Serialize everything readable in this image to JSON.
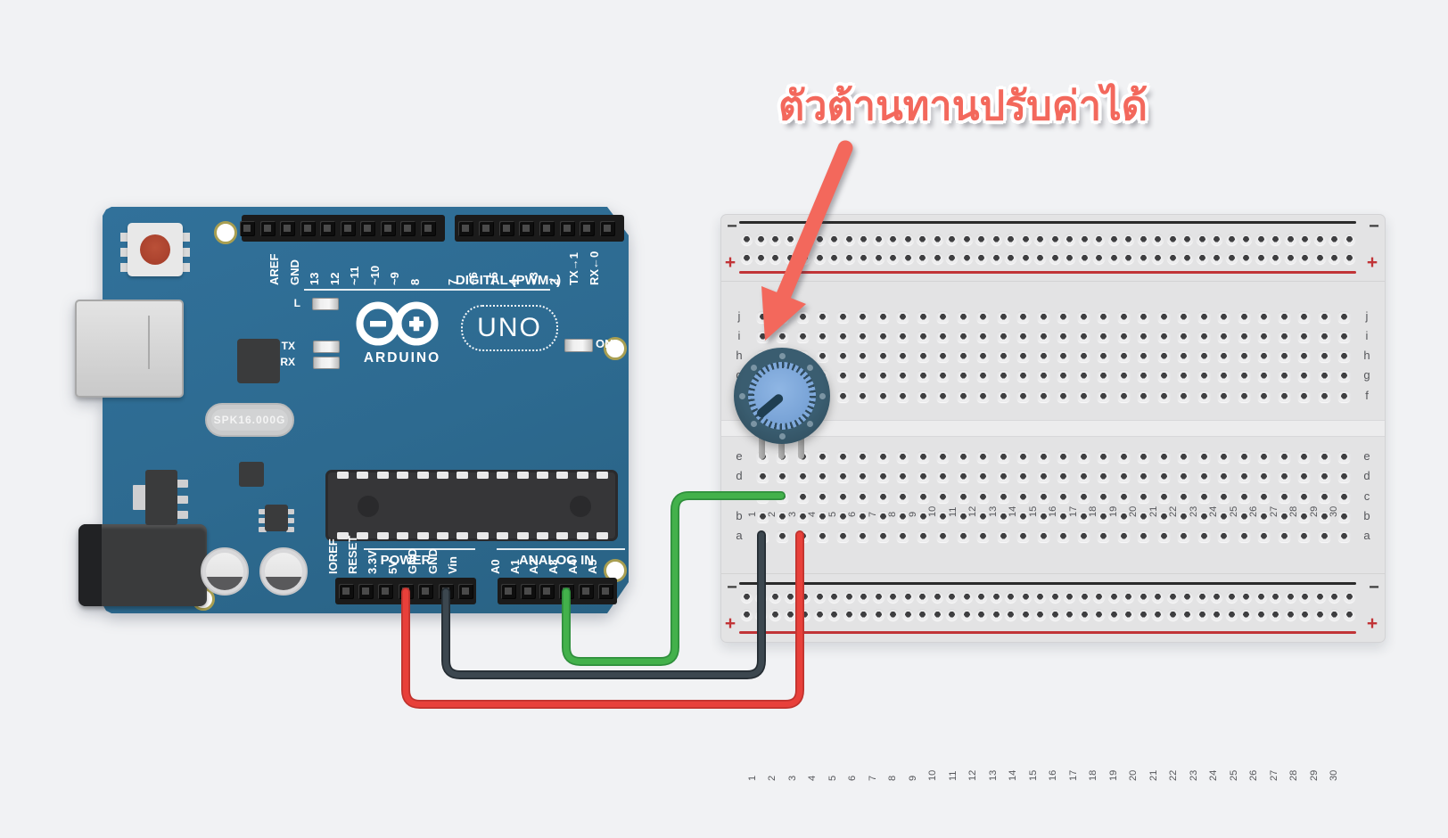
{
  "annotation": {
    "label": "ตัวต้านทานปรับค่าได้"
  },
  "arduino": {
    "name": "Arduino UNO",
    "logo_text": "ARDUINO",
    "board_model": "UNO",
    "digital_section_label": "DIGITAL (PWM~)",
    "digital_pins": [
      "AREF",
      "GND",
      "13",
      "12",
      "~11",
      "~10",
      "~9",
      "8",
      "7",
      "~6",
      "~5",
      "4",
      "~3",
      "2",
      "TX→1",
      "RX←0"
    ],
    "led_labels": [
      "L",
      "TX",
      "RX"
    ],
    "on_label": "ON",
    "crystal_label": "SPK16.000G",
    "power_section_label": "POWER",
    "power_pins": [
      "IOREF",
      "RESET",
      "3.3V",
      "5V",
      "GND",
      "GND",
      "Vin"
    ],
    "analog_section_label": "ANALOG IN",
    "analog_pins": [
      "A0",
      "A1",
      "A2",
      "A3",
      "A4",
      "A5"
    ]
  },
  "breadboard": {
    "columns": 30,
    "row_letters_top": [
      "j",
      "i",
      "h",
      "g",
      "f"
    ],
    "row_letters_bottom": [
      "e",
      "d",
      "c",
      "b",
      "a"
    ],
    "minus_sign": "−",
    "plus_sign": "+"
  },
  "potentiometer": {
    "location": "breadboard columns 1-3, row e"
  },
  "wires": [
    {
      "id": "wire-5v",
      "color": "#e8403a",
      "from": "Arduino 5V",
      "to": "breadboard a3"
    },
    {
      "id": "wire-gnd",
      "color": "#3c474f",
      "from": "Arduino GND",
      "to": "breadboard a1"
    },
    {
      "id": "wire-signal",
      "color": "#43b14b",
      "from": "Arduino A3",
      "to": "breadboard c2"
    }
  ],
  "colors": {
    "background": "#f1f2f4",
    "board_teal": "#2d6a90",
    "breadboard": "#e3e3e4",
    "accent_coral": "#f3685c",
    "rail_red": "#c13437",
    "rail_black": "#2a2a2a",
    "wire_red": "#e8403a",
    "wire_green": "#43b14b",
    "wire_black": "#3c474f",
    "pot_ring": "#31505f",
    "pot_knob": "#7fa9db"
  }
}
